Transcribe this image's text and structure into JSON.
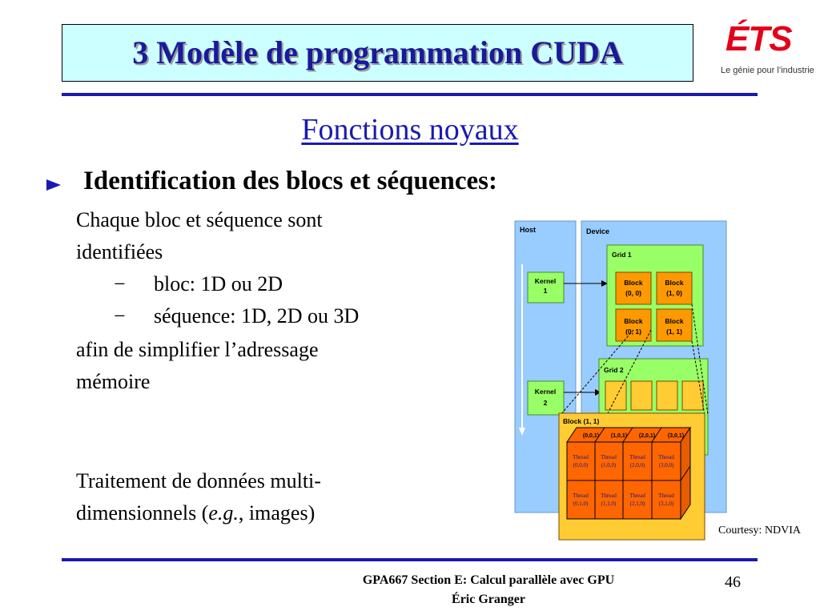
{
  "header": {
    "title": "3 Modèle de programmation CUDA",
    "logo_text": "ÉTS",
    "logo_tagline": "Le génie pour l’industrie"
  },
  "slide": {
    "subtitle": "Fonctions noyaux",
    "bullet": "Identification des blocs et séquences:",
    "para1_line1": "Chaque bloc et séquence sont",
    "para1_line2": "identifiées",
    "sub1_dash": "−",
    "sub1": "bloc: 1D ou 2D",
    "sub2_dash": "−",
    "sub2": "séquence: 1D, 2D ou 3D",
    "para2_line1": "afin de simplifier l’adressage",
    "para2_line2": "mémoire",
    "para3_line1": "Traitement de données multi-",
    "para3_line2_pre": "dimensionnels (",
    "para3_line2_em": "e.g.",
    "para3_line2_post": ", images)"
  },
  "diagram": {
    "host": "Host",
    "device": "Device",
    "grid1": "Grid 1",
    "grid2": "Grid 2",
    "kernel1_a": "Kernel",
    "kernel1_b": "1",
    "kernel2_a": "Kernel",
    "kernel2_b": "2",
    "blocks": [
      {
        "a": "Block",
        "b": "(0, 0)"
      },
      {
        "a": "Block",
        "b": "(1, 0)"
      },
      {
        "a": "Block",
        "b": "(0, 1)"
      },
      {
        "a": "Block",
        "b": "(1, 1)"
      }
    ],
    "block_detail": "Block (1, 1)",
    "top_threads": [
      "(0,0,1)",
      "(1,0,1)",
      "(2,0,1)",
      "(3,0,1)"
    ],
    "thread_word": "Thread",
    "threads_row0": [
      "(0,0,0)",
      "(1,0,0)",
      "(2,0,0)",
      "(3,0,0)"
    ],
    "threads_row1": [
      "(0,1,0)",
      "(1,1,0)",
      "(2,1,0)",
      "(3,1,0)"
    ],
    "courtesy": "Courtesy: NDVIA",
    "colors": {
      "host": "#99ccff",
      "grid": "#99ff66",
      "block": "#ff9900",
      "detail": "#ffcc33",
      "thread": "#ff6600"
    }
  },
  "footer": {
    "line1": "GPA667  Section E: Calcul parallèle avec GPU",
    "line2": "Éric Granger",
    "page": "46"
  }
}
